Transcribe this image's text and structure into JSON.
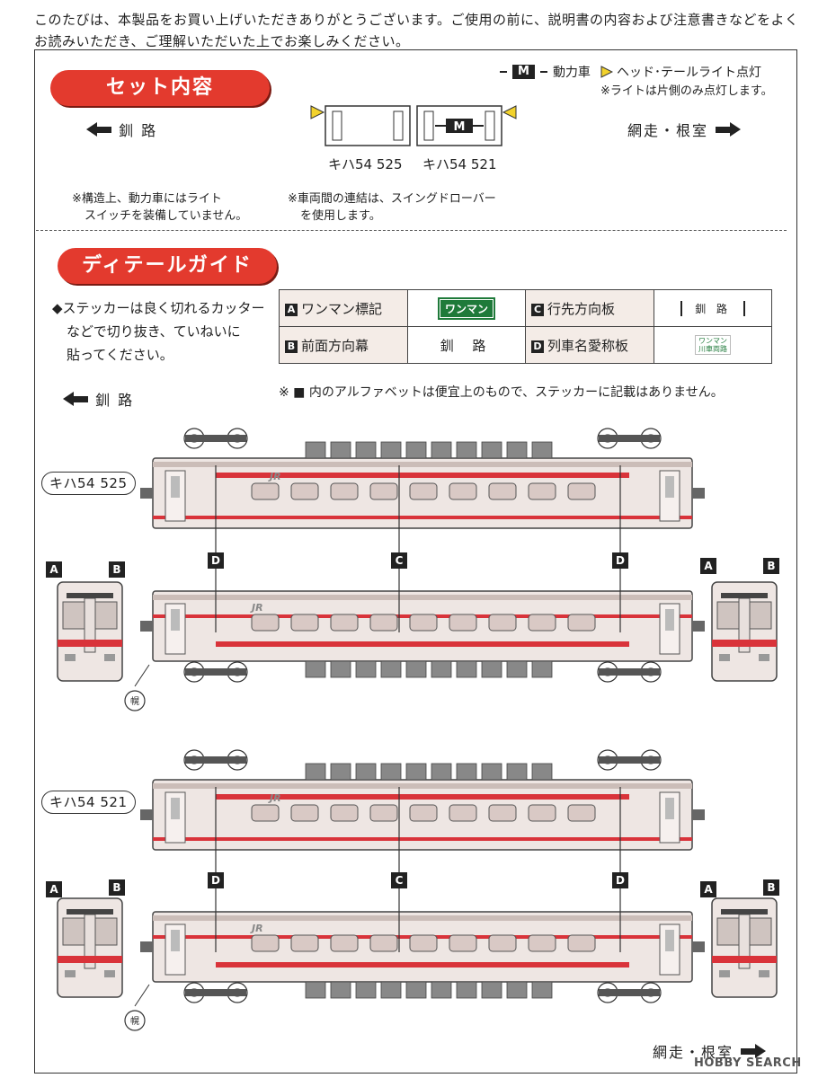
{
  "intro": {
    "line1": "このたびは、本製品をお買い上げいただきありがとうございます。ご使用の前に、説明書の内容および注意書きなどをよく",
    "line2": "お読みいただき、ご理解いただいた上でお楽しみください。"
  },
  "set": {
    "title": "セット内容",
    "legend_motor_badge": "M",
    "legend_motor_label": "動力車",
    "legend_light_label": "ヘッド･テールライト点灯",
    "legend_light_note": "※ライトは片側のみ点灯します。",
    "left_direction": "釧 路",
    "right_direction": "網走・根室",
    "car1_name": "キハ54 525",
    "car2_name": "キハ54 521",
    "note1_line1": "※構造上、動力車にはライト",
    "note1_line2": "スイッチを装備していません。",
    "note2_line1": "※車両間の連結は、スイングドローバー",
    "note2_line2": "を使用します。"
  },
  "detail": {
    "title": "ディテールガイド",
    "sticker_note_line1": "◆ステッカーは良く切れるカッター",
    "sticker_note_line2": "などで切り抜き、ていねいに",
    "sticker_note_line3": "貼ってください。",
    "left_direction": "釧 路",
    "right_direction": "網走・根室",
    "table": {
      "a_key": "A",
      "a_label": "ワンマン標記",
      "a_value": "ワンマン",
      "b_key": "B",
      "b_label": "前面方向幕",
      "b_value": "釧 路",
      "c_key": "C",
      "c_label": "行先方向板",
      "c_value": "釧 路",
      "d_key": "D",
      "d_label": "列車名愛称板",
      "d_value_line1": "ワンマン",
      "d_value_line2": "川車両路"
    },
    "alphabet_note": "※ ■ 内のアルファベットは便宜上のもので、ステッカーに記載はありません。",
    "car1_tag": "キハ54 525",
    "car2_tag": "キハ54 521",
    "callout_a": "A",
    "callout_b": "B",
    "callout_c": "C",
    "callout_d": "D",
    "horo_label": "幌",
    "jr_logo": "JR"
  },
  "watermark": "HOBBY SEARCH",
  "colors": {
    "accent_red": "#e33a2e",
    "body_stripe": "#d9333a",
    "car_body": "#eee6e3",
    "light_yellow": "#f2d22c",
    "sticker_green": "#1f7a3a"
  }
}
